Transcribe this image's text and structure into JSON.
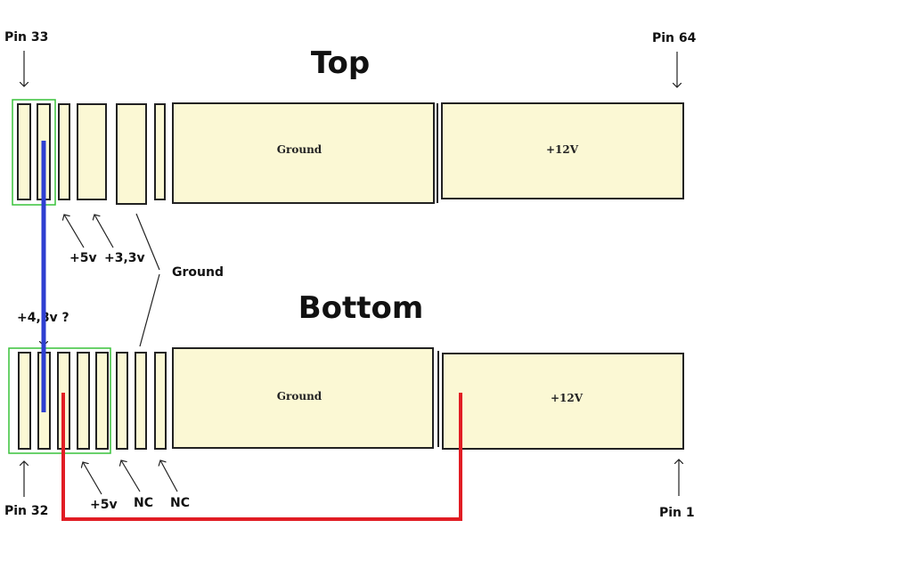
{
  "title_top": "Top",
  "title_bottom": "Bottom",
  "pins": {
    "pin33": "Pin 33",
    "pin64": "Pin 64",
    "pin32": "Pin 32",
    "pin1": "Pin 1"
  },
  "rail_labels": {
    "top_5v": "+5v",
    "top_3v3": "+3,3v",
    "ground": "Ground",
    "bottom_4v8": "+4,8v ?",
    "bottom_5v": "+5v",
    "nc_a": "NC",
    "nc_b": "NC"
  },
  "pad_labels": {
    "top_ground": "Ground",
    "top_12v": "+12V",
    "bottom_ground": "Ground",
    "bottom_12v": "+12V"
  },
  "colors": {
    "pad_fill": "#fbf8d4",
    "outline": "#222222",
    "highlight_box": "#39c23a",
    "blue_wire": "#2e3fd1",
    "red_wire": "#e11d24"
  }
}
